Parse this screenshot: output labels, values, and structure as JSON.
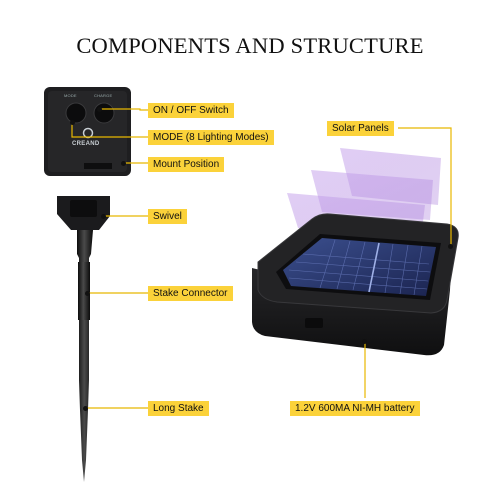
{
  "title": "COMPONENTS AND STRUCTURE",
  "labels": {
    "on_off": "ON / OFF Switch",
    "mode": "MODE (8 Lighting Modes)",
    "mount": "Mount Position",
    "swivel": "Swivel",
    "stake_connector": "Stake Connector",
    "long_stake": "Long Stake",
    "solar_panels": "Solar Panels",
    "battery": "1.2V 600MA NI-MH battery"
  },
  "device_text": {
    "mode_mark": "MODE",
    "charge_mark": "CHARGE",
    "brand": "CREAND"
  },
  "colors": {
    "label_bg": "#fbd23a",
    "housing": "#1c1c1e",
    "panel_glow": "#b48de0"
  }
}
